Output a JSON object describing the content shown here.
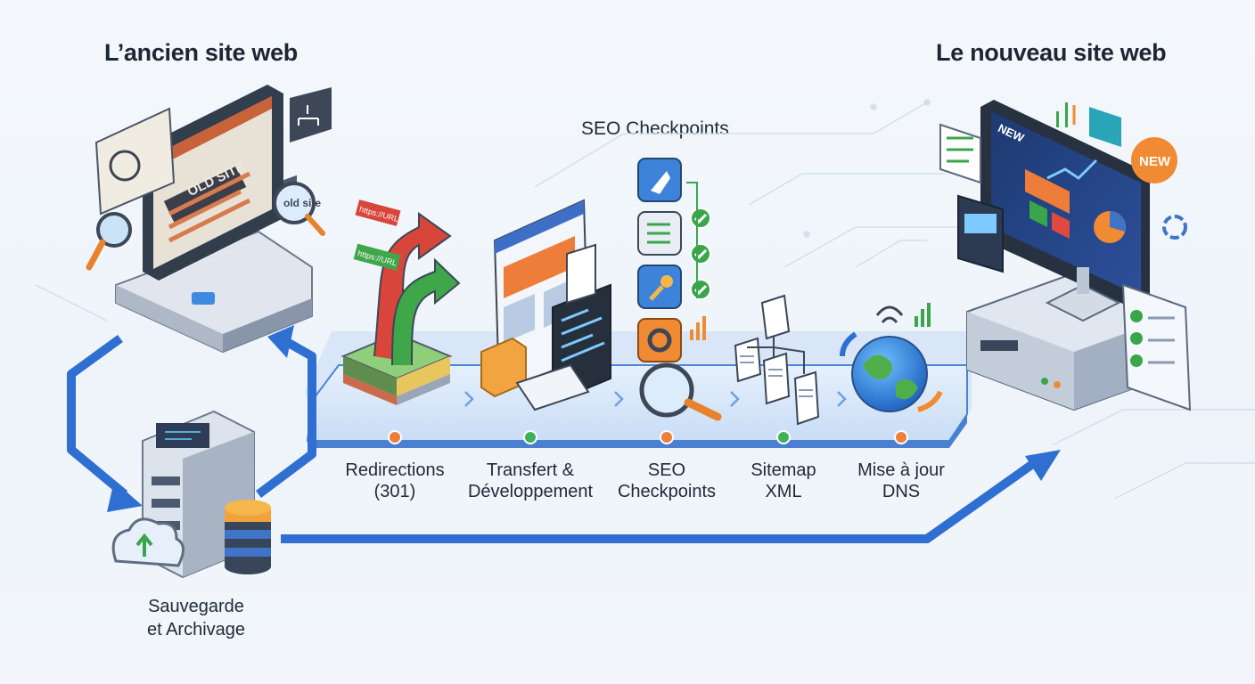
{
  "titles": {
    "old_site": "L’ancien site web",
    "new_site": "Le nouveau site web",
    "checkpoints_heading": "SEO Checkpoints"
  },
  "old_screen_text": "OLD SITE",
  "old_magnifier_text": "old site",
  "new_screen_text": "NEW",
  "new_badge_text": "NEW",
  "url_sign_text": "https://URL",
  "stages": [
    {
      "line1": "Redirections",
      "line2": "(301)"
    },
    {
      "line1": "Transfert &",
      "line2": "Développement"
    },
    {
      "line1": "SEO",
      "line2": "Checkpoints"
    },
    {
      "line1": "Sitemap",
      "line2": "XML"
    },
    {
      "line1": "Mise à jour",
      "line2": "DNS"
    }
  ],
  "backup": {
    "line1": "Sauvegarde",
    "line2": "et Archivage"
  },
  "colors": {
    "flow_blue": "#2f6fd1",
    "platform": "#dbe9fb",
    "dot_orange": "#ee7f3b",
    "dot_green": "#3fb15a",
    "check_green": "#3aa64c",
    "monitor_dark": "#27313f",
    "server_grey": "#d4dae3"
  },
  "icons": [
    "monitor-icon",
    "server-icon",
    "magnifier-icon",
    "sitemap-icon",
    "signpost-icon",
    "map-icon",
    "browser-icon",
    "folder-icon",
    "code-icon",
    "rocket-icon",
    "checklist-icon",
    "key-icon",
    "gear-icon",
    "globe-icon",
    "database-icon",
    "cloud-upload-icon",
    "clipboard-icon",
    "chart-icon"
  ]
}
